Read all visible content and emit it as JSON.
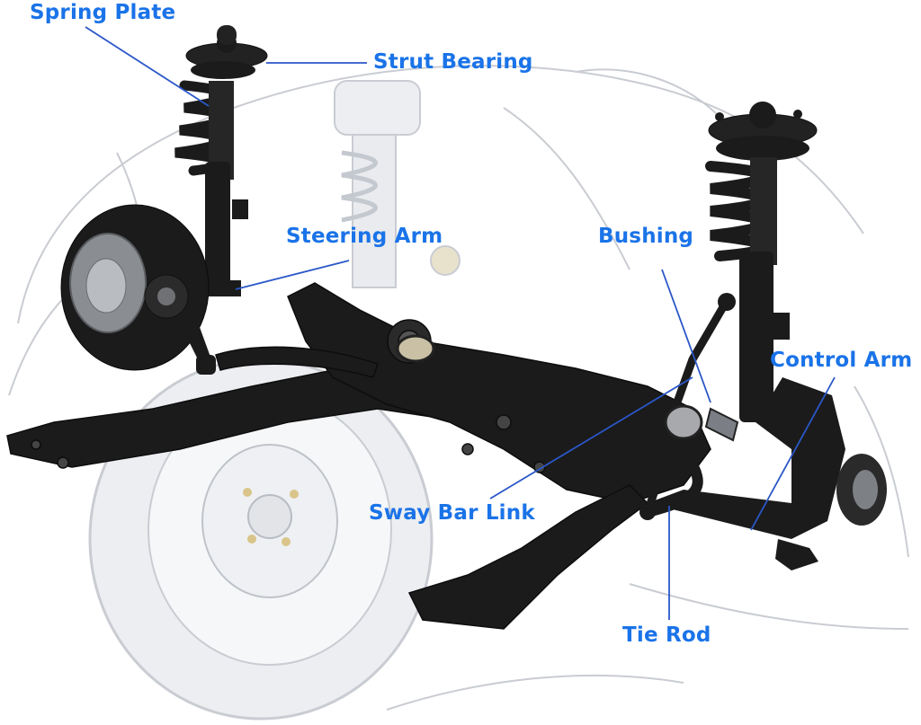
{
  "colors": {
    "label_text": "#1a73e8",
    "leader_line": "#2a57c8",
    "part_fill": "#1b1b1b",
    "ghost_line": "#c9ccd2",
    "ghost_fill": "#eceef1"
  },
  "labels": {
    "spring_plate": "Spring Plate",
    "strut_bearing": "Strut Bearing",
    "steering_arm": "Steering Arm",
    "bushing": "Bushing",
    "control_arm": "Control Arm",
    "sway_bar_link": "Sway Bar Link",
    "tie_rod": "Tie Rod"
  }
}
